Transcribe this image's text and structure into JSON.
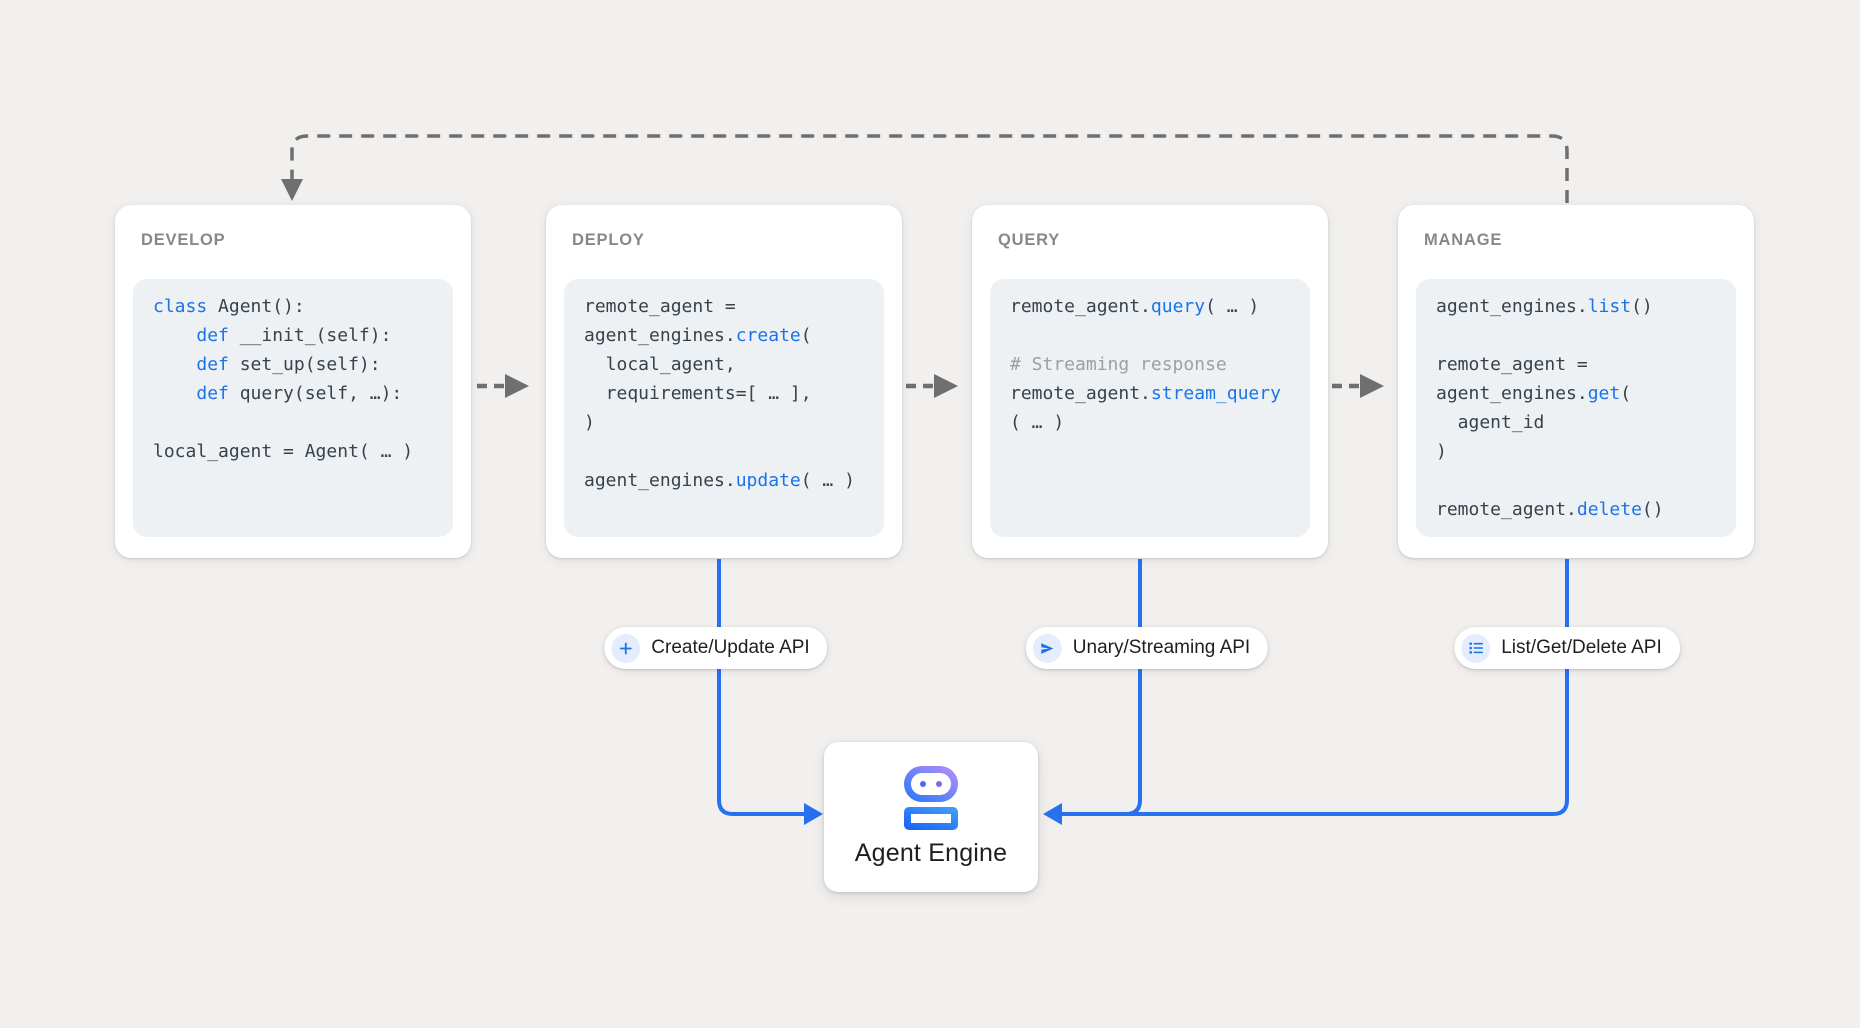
{
  "colors": {
    "background": "#f2f0ee",
    "card_bg": "#ffffff",
    "code_bg": "#eef1f4",
    "keyword": "#1a73e8",
    "code_text": "#36424c",
    "comment": "#9aa0a6",
    "title_text": "#85898d",
    "label_text": "#1f1f1f",
    "connector_gray": "#6f6f6f",
    "connector_blue": "#2571f0",
    "pill_icon_bg": "#e4edfd",
    "pill_icon": "#1a73e8"
  },
  "cards": [
    {
      "title": "DEVELOP",
      "code": [
        [
          {
            "t": "class",
            "c": "kw"
          },
          {
            "t": " Agent():",
            "c": "pl"
          }
        ],
        [
          {
            "t": "    ",
            "c": "pl"
          },
          {
            "t": "def",
            "c": "kw"
          },
          {
            "t": " __init_(self):",
            "c": "pl"
          }
        ],
        [
          {
            "t": "    ",
            "c": "pl"
          },
          {
            "t": "def",
            "c": "kw"
          },
          {
            "t": " set_up(self):",
            "c": "pl"
          }
        ],
        [
          {
            "t": "    ",
            "c": "pl"
          },
          {
            "t": "def",
            "c": "kw"
          },
          {
            "t": " query(self, …):",
            "c": "pl"
          }
        ],
        [],
        [
          {
            "t": "local_agent = Agent( … )",
            "c": "pl"
          }
        ]
      ]
    },
    {
      "title": "DEPLOY",
      "code": [
        [
          {
            "t": "remote_agent =",
            "c": "pl"
          }
        ],
        [
          {
            "t": "agent_engines.",
            "c": "pl"
          },
          {
            "t": "create",
            "c": "kw"
          },
          {
            "t": "(",
            "c": "pl"
          }
        ],
        [
          {
            "t": "  local_agent,",
            "c": "pl"
          }
        ],
        [
          {
            "t": "  requirements=[ … ],",
            "c": "pl"
          }
        ],
        [
          {
            "t": ")",
            "c": "pl"
          }
        ],
        [],
        [
          {
            "t": "agent_engines.",
            "c": "pl"
          },
          {
            "t": "update",
            "c": "kw"
          },
          {
            "t": "( … )",
            "c": "pl"
          }
        ]
      ]
    },
    {
      "title": "QUERY",
      "code": [
        [
          {
            "t": "remote_agent.",
            "c": "pl"
          },
          {
            "t": "query",
            "c": "kw"
          },
          {
            "t": "( … )",
            "c": "pl"
          }
        ],
        [],
        [
          {
            "t": "# Streaming response",
            "c": "cmt"
          }
        ],
        [
          {
            "t": "remote_agent.",
            "c": "pl"
          },
          {
            "t": "stream_query",
            "c": "kw"
          }
        ],
        [
          {
            "t": "( … )",
            "c": "pl"
          }
        ]
      ]
    },
    {
      "title": "MANAGE",
      "code": [
        [
          {
            "t": "agent_engines.",
            "c": "pl"
          },
          {
            "t": "list",
            "c": "kw"
          },
          {
            "t": "()",
            "c": "pl"
          }
        ],
        [],
        [
          {
            "t": "remote_agent =",
            "c": "pl"
          }
        ],
        [
          {
            "t": "agent_engines.",
            "c": "pl"
          },
          {
            "t": "get",
            "c": "kw"
          },
          {
            "t": "(",
            "c": "pl"
          }
        ],
        [
          {
            "t": "  agent_id",
            "c": "pl"
          }
        ],
        [
          {
            "t": ")",
            "c": "pl"
          }
        ],
        [],
        [
          {
            "t": "remote_agent.",
            "c": "pl"
          },
          {
            "t": "delete",
            "c": "kw"
          },
          {
            "t": "()",
            "c": "pl"
          }
        ]
      ]
    }
  ],
  "pills": [
    {
      "label": "Create/Update API",
      "icon": "plus-icon"
    },
    {
      "label": "Unary/Streaming API",
      "icon": "send-icon"
    },
    {
      "label": "List/Get/Delete API",
      "icon": "list-icon"
    }
  ],
  "engine": {
    "label": "Agent Engine",
    "icon": "robot-icon"
  }
}
